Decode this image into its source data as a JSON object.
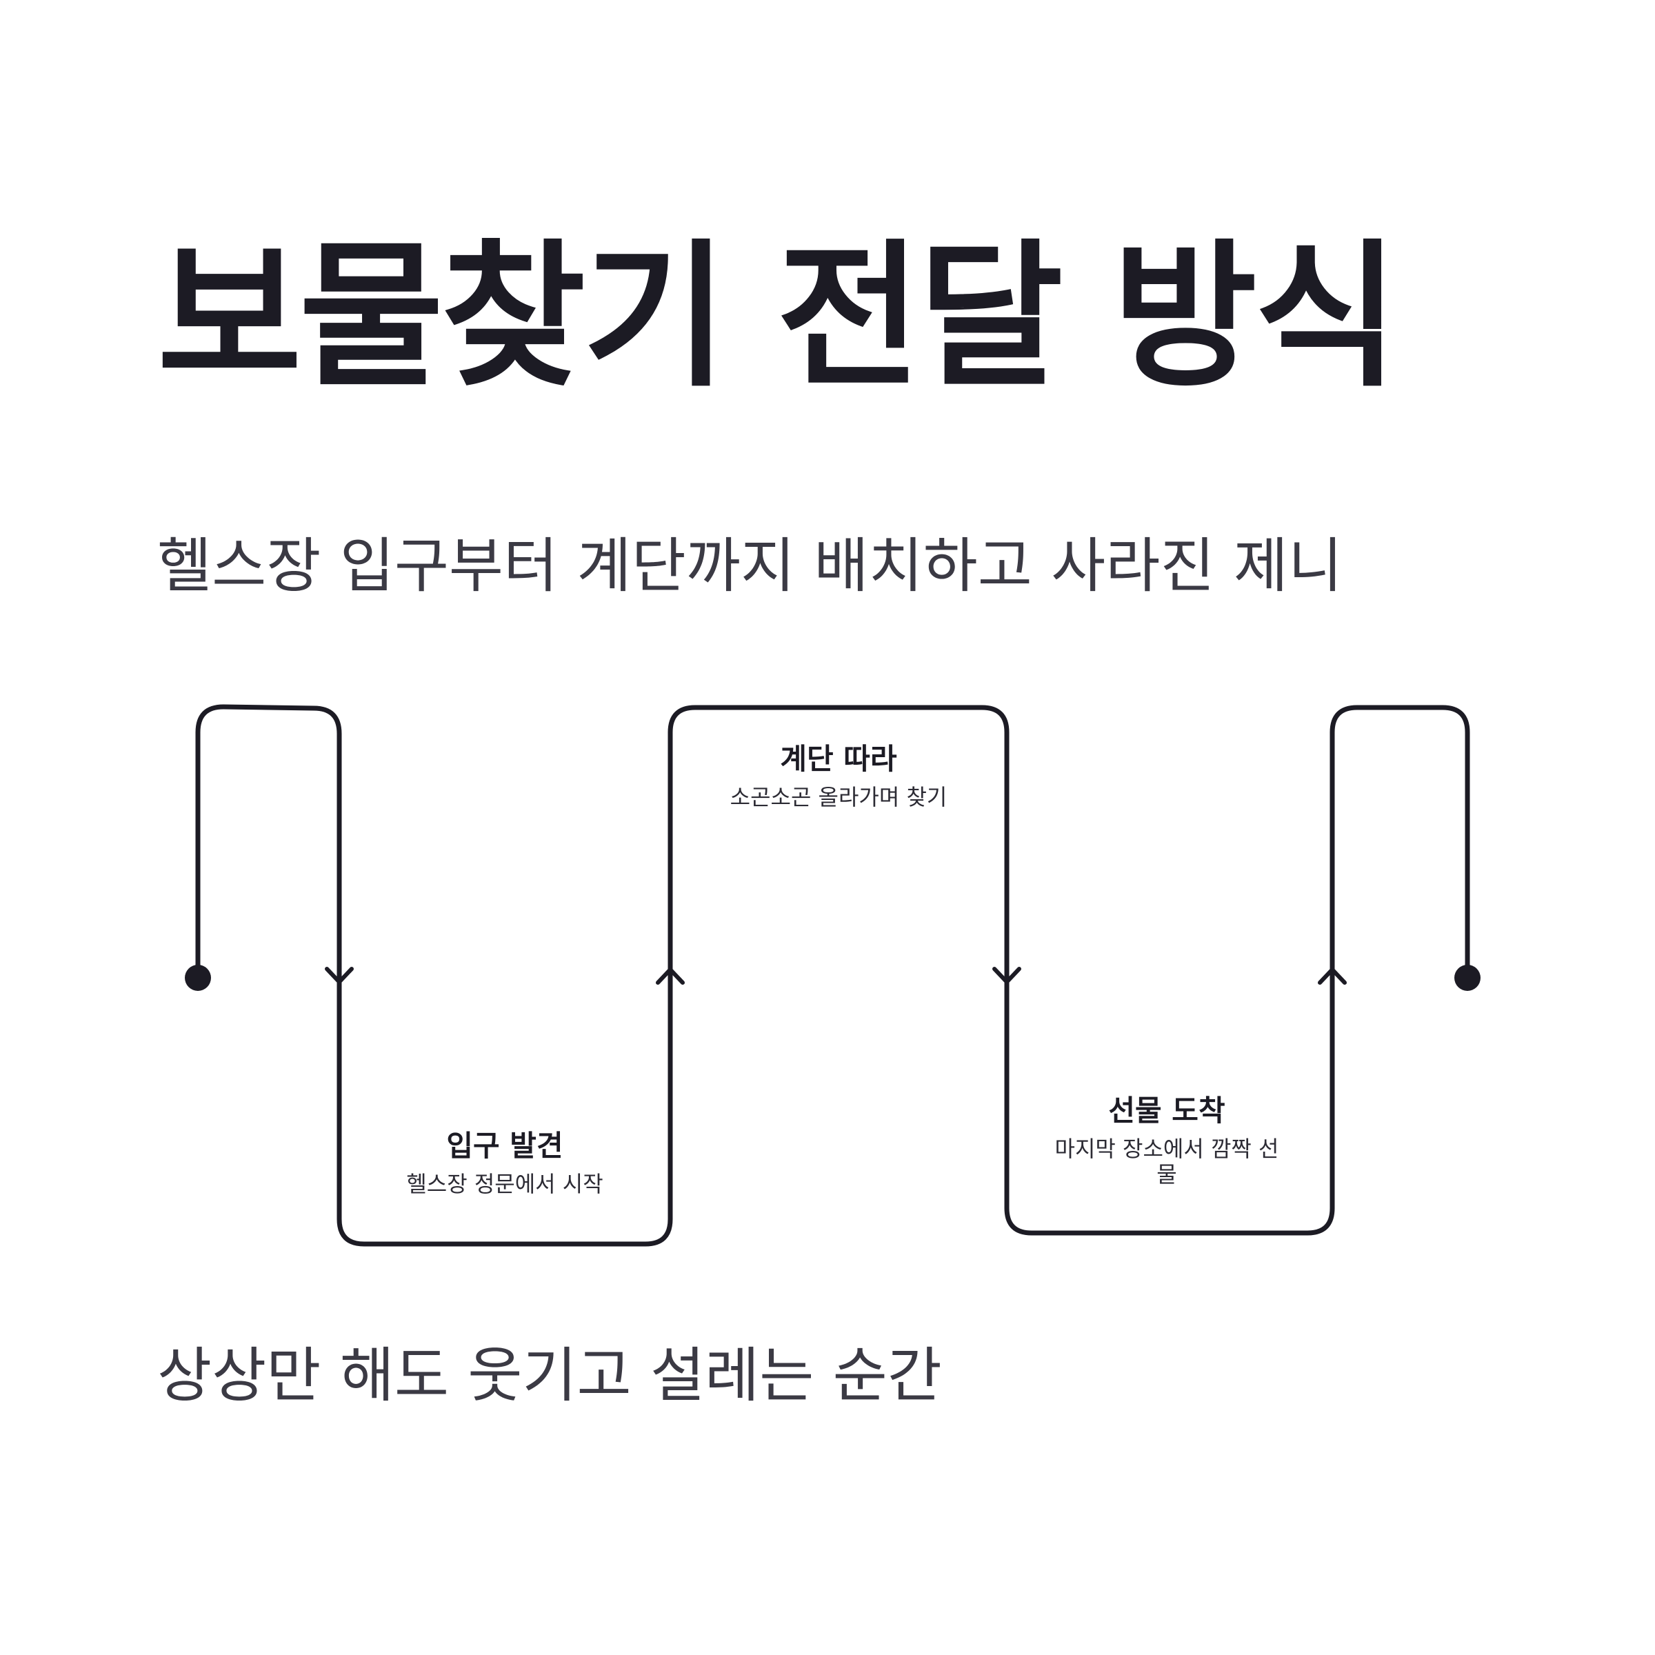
{
  "title": "보물찾기 전달 방식",
  "subtitle": "헬스장 입구부터 계단까지 배치하고 사라진 제니",
  "footer": "상상만 해도 웃기고 설레는 순간",
  "colors": {
    "line": "#1c1b24",
    "title": "#1c1b24",
    "body_text": "#3b3a44"
  },
  "steps": [
    {
      "title": "입구 발견",
      "description": "헬스장 정문에서 시작"
    },
    {
      "title": "계단 따라",
      "description": "소곤소곤 올라가며 찾기"
    },
    {
      "title": "선물 도착",
      "description": "마지막 장소에서 깜짝 선물"
    }
  ]
}
